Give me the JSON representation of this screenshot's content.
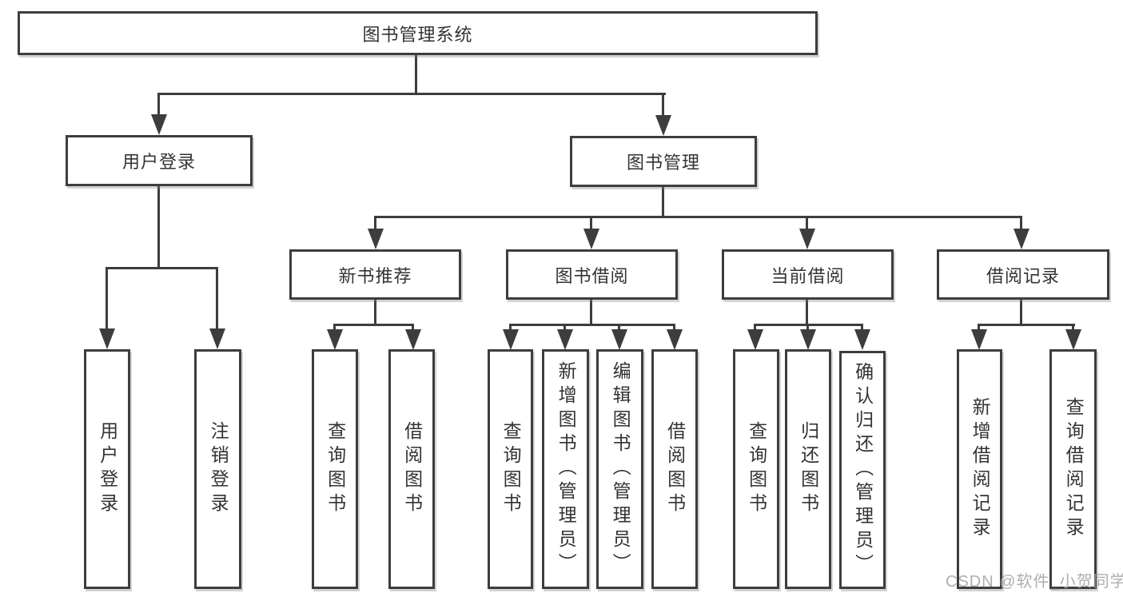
{
  "diagram": {
    "root": {
      "label": "图书管理系统"
    },
    "branches": [
      {
        "label": "用户登录",
        "children": [
          {
            "label": "用户登录"
          },
          {
            "label": "注销登录"
          }
        ]
      },
      {
        "label": "图书管理",
        "children": [
          {
            "label": "新书推荐",
            "children": [
              {
                "label": "查询图书"
              },
              {
                "label": "借阅图书"
              }
            ]
          },
          {
            "label": "图书借阅",
            "children": [
              {
                "label": "查询图书"
              },
              {
                "label": "新增图书（管理员）"
              },
              {
                "label": "编辑图书（管理员）"
              },
              {
                "label": "借阅图书"
              }
            ]
          },
          {
            "label": "当前借阅",
            "children": [
              {
                "label": "查询图书"
              },
              {
                "label": "归还图书"
              },
              {
                "label": "确认归还（管理员）"
              }
            ]
          },
          {
            "label": "借阅记录",
            "children": [
              {
                "label": "新增借阅记录"
              },
              {
                "label": "查询借阅记录"
              }
            ]
          }
        ]
      }
    ]
  },
  "watermark": {
    "text": "CSDN @软件_小贺同学"
  },
  "colors": {
    "line": "#3d3d3d",
    "text": "#333336",
    "background": "#ffffff",
    "watermark": "#a0a0a0"
  }
}
